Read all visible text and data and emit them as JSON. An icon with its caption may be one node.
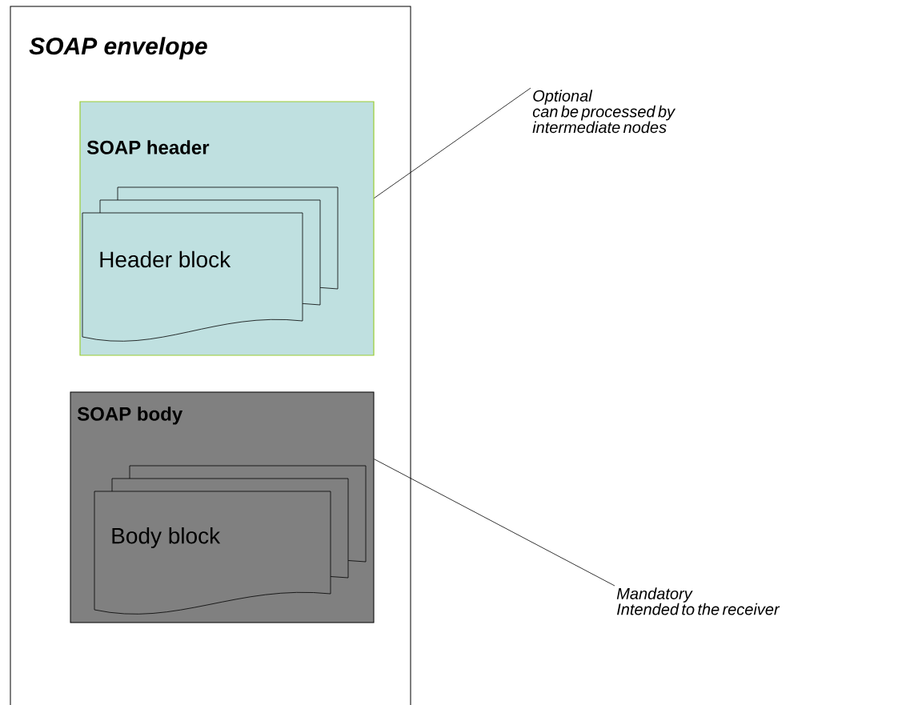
{
  "diagram": {
    "nodes": [
      {
        "text": [
          "SOAP envelope"
        ]
      },
      {
        "text": [
          "SOAP header"
        ],
        "in": 0
      },
      {
        "text": [
          "Header block"
        ],
        "in": 1
      },
      {
        "text": [
          "SOAP body"
        ],
        "in": 0
      },
      {
        "text": [
          "Body block"
        ],
        "in": 3
      },
      {
        "text": [
          "Optional",
          "can be processed by intermediate nodes"
        ]
      },
      {
        "text": [
          "Mandatory",
          "Intended to the receiver"
        ]
      }
    ],
    "edges": [
      {
        "from": 5,
        "to": 1,
        "arrow": "none"
      },
      {
        "from": 6,
        "to": 3,
        "arrow": "none"
      }
    ]
  }
}
